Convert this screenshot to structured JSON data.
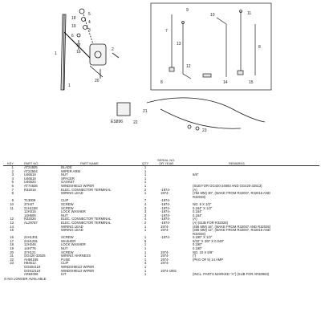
{
  "diagram": {
    "plate_id": "ES896",
    "callouts_left": [
      "18",
      "19",
      "6",
      "1",
      "5",
      "4",
      "3",
      "17",
      "16",
      "2",
      "20",
      "1"
    ],
    "callouts_right": [
      "9",
      "10",
      "11",
      "7",
      "13",
      "8",
      "12",
      "14",
      "15",
      "8"
    ],
    "callouts_bottom": [
      "21",
      "22",
      "23"
    ]
  },
  "table": {
    "headers": {
      "key": "KEY",
      "part_no": "PART NO.",
      "part_name": "PART NAME",
      "qty": "QTY",
      "serial": "SERIAL NO.\nOR YEAR",
      "remarks": "REMARKS"
    },
    "rows": [
      {
        "key": "1",
        "part": "AT24505",
        "name": "BLADE",
        "qty": "1",
        "serial": "",
        "remarks": ""
      },
      {
        "key": "2",
        "part": "AT24504",
        "name": "WIPER ARM",
        "qty": "1",
        "serial": "",
        "remarks": ""
      },
      {
        "key": "3",
        "part": "U46519",
        "name": "NUT",
        "qty": "1",
        "serial": "",
        "remarks": "5/8\""
      },
      {
        "key": "4",
        "part": "U46518",
        "name": "SPACER",
        "qty": "1",
        "serial": "",
        "remarks": ""
      },
      {
        "key": "5",
        "part": "U46520",
        "name": "GASKET",
        "qty": "1",
        "serial": "",
        "remarks": ""
      },
      {
        "key": "6",
        "part": "AT74636",
        "name": "WINDSHIELD WIPER",
        "qty": "1",
        "serial": "",
        "remarks": "(SUB FOR GG420-24693 AND GG420-32513)"
      },
      {
        "key": "7",
        "part": "R32016",
        "name": "ELEC. CONNECTOR TERMINAL",
        "qty": "2",
        "serial": "-1974-",
        "remarks": "(A)"
      },
      {
        "key": "8",
        "part": "",
        "name": "WIRING LEAD",
        "qty": "1",
        "serial": "1974-",
        "remarks": "(762 MM) 30\", (MAKE FROM R32007, R32016 AND"
      },
      {
        "key": "",
        "part": "",
        "name": "",
        "qty": "",
        "serial": "",
        "remarks": "R32028)"
      },
      {
        "key": "9",
        "part": "T13009",
        "name": "CLIP",
        "qty": "7",
        "serial": "-1974-",
        "remarks": ""
      },
      {
        "key": "10",
        "part": "37H47",
        "name": "SCREW",
        "qty": "4",
        "serial": "-1974-",
        "remarks": "NO. 8 X 1/2\""
      },
      {
        "key": "11",
        "part": "21H1158",
        "name": "SCREW",
        "qty": "3",
        "serial": "-1974-",
        "remarks": "0.164\" X 1/2\""
      },
      {
        "key": "",
        "part": "12H315",
        "name": "LOCK WASHER",
        "qty": "3",
        "serial": "-1974-",
        "remarks": "0.164\""
      },
      {
        "key": "",
        "part": "14H605",
        "name": "NUT",
        "qty": "3",
        "serial": "-1974-",
        "remarks": "0.164\""
      },
      {
        "key": "12",
        "part": "R32026",
        "name": "ELEC. CONNECTOR TERMINAL",
        "qty": "4",
        "serial": "-1974-",
        "remarks": "(A)"
      },
      {
        "key": "13",
        "part": "AL29767",
        "name": "ELEC. CONNECTOR TERMINAL",
        "qty": "2",
        "serial": "-1974-",
        "remarks": "(A) (SUB FOR R32028)"
      },
      {
        "key": "14",
        "part": "",
        "name": "WIRING LEAD",
        "qty": "1",
        "serial": "1974-",
        "remarks": "(406 MM) 16\", (MAKE FROM R32007 AND R32026)"
      },
      {
        "key": "15",
        "part": "",
        "name": "WIRING LEAD",
        "qty": "1",
        "serial": "1974-",
        "remarks": "(305 MM) 12\", (MAKE FROM R32007, R32016 AND"
      },
      {
        "key": "",
        "part": "",
        "name": "",
        "qty": "",
        "serial": "",
        "remarks": "R32026)"
      },
      {
        "key": "16",
        "part": "21H1301",
        "name": "SCREW",
        "qty": "1",
        "serial": "-1974-",
        "remarks": "0.190\" X 1/2\""
      },
      {
        "key": "17",
        "part": "24H1281",
        "name": "WASHER",
        "qty": "5",
        "serial": "",
        "remarks": "5/32\" X 3/8\" X 0.049\""
      },
      {
        "key": "18",
        "part": "12H246",
        "name": "LOCK WASHER",
        "qty": "1",
        "serial": "",
        "remarks": "0.190\""
      },
      {
        "key": "19",
        "part": "14H776",
        "name": "NUT",
        "qty": "1",
        "serial": "",
        "remarks": "0.190\""
      },
      {
        "key": "20",
        "part": "37H121",
        "name": "SCREW",
        "qty": "1",
        "serial": "1974-",
        "remarks": "NO. 10 X 5/8\""
      },
      {
        "key": "21",
        "part": "GG420-32625",
        "name": "WIRING HARNESS",
        "qty": "1",
        "serial": "1974-",
        "remarks": "(\")"
      },
      {
        "key": "22",
        "part": "AH84168",
        "name": "FUSE",
        "qty": "1",
        "serial": "1974-",
        "remarks": "(PKG OF 5) 14 AMP"
      },
      {
        "key": "23",
        "part": "H84612",
        "name": "CLIP",
        "qty": "4",
        "serial": "1974-",
        "remarks": ""
      },
      {
        "key": "",
        "part": "GG504119",
        "name": "WINDSHIELD WIPER",
        "qty": "1",
        "serial": "",
        "remarks": ""
      },
      {
        "key": "",
        "part": "GG512119",
        "name": "WINDSHIELD WIPER",
        "qty": "1",
        "serial": "1974-1981",
        "remarks": ""
      },
      {
        "key": "",
        "part": "AR84006",
        "name": "KIT",
        "qty": "1",
        "serial": "",
        "remarks": "(INCL. PARTS MARKED \"A\") (SUB FOR AR30963)"
      }
    ]
  },
  "footnote": "O  NO LONGER AVAILABLE",
  "colors": {
    "ink": "#1a1a1a",
    "paper": "#ffffff"
  }
}
